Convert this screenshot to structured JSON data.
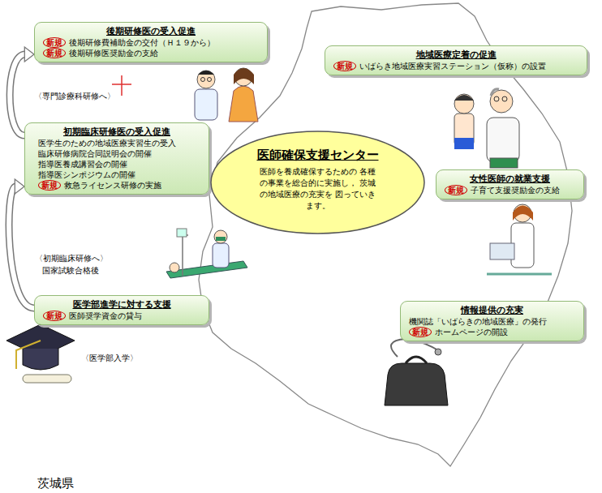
{
  "diagram": {
    "nodes": [
      {
        "text": [
          "後期研修医の受入促進",
          "新規",
          "後期研修費補助金の交付（Ｈ１９から）",
          "新規",
          "後期研修医奨励金の支給"
        ]
      },
      {
        "text": [
          "初期臨床研修医の受入促進",
          "医学生のための地域医療実習生の受入",
          "臨床研修病院合同説明会の開催",
          "指導医養成講習会の開催",
          "指導医シンポジウムの開催",
          "新規",
          "救急ライセンス研修の実施"
        ]
      },
      {
        "text": [
          "医学部進学に対する支援",
          "新規",
          "医師奨学資金の貸与"
        ]
      },
      {
        "text": [
          "医師確保支援センター",
          "医師を養成確保するための 各種の事業を総合的に実施し， 茨城の地域医療の充実を 図っていきます。"
        ]
      },
      {
        "text": [
          "地域医療定着の促進",
          "新規",
          "いばらき地域医療実習ステーション（仮称）の設置"
        ]
      },
      {
        "text": [
          "女性医師の就業支援",
          "新規",
          "子育て支援奨励金の支給"
        ]
      },
      {
        "text": [
          "情報提供の充実",
          "機関誌「いばらきの地域医療」の発行",
          "新規",
          "ホームページの開設"
        ]
      }
    ],
    "edges": [
      {
        "from": 2,
        "to": 1,
        "arrow": "to"
      },
      {
        "from": 1,
        "to": 0,
        "arrow": "to"
      }
    ],
    "labels": [
      "〈専門診療科研修へ〉",
      "〈初期臨床研修へ〉",
      "国家試験合格後",
      "〈医学部入学〉",
      "茨城県"
    ]
  }
}
